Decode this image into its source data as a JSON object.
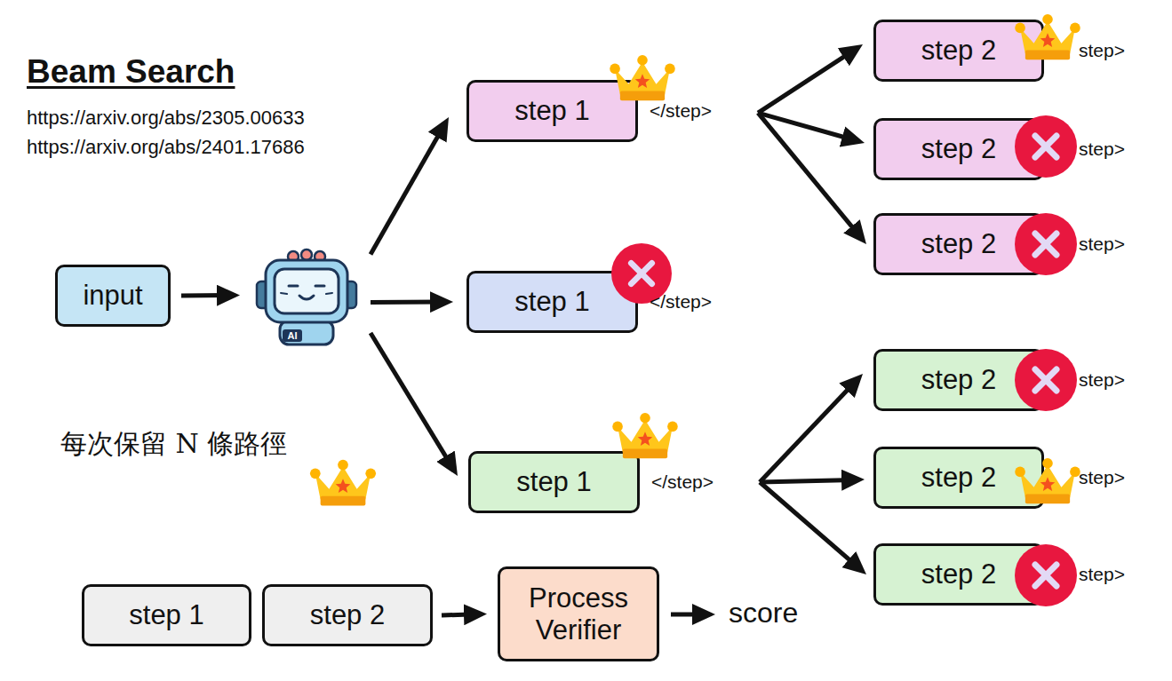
{
  "diagram": {
    "title": "Beam Search",
    "nodes": [
      {
        "text": [
          "input"
        ]
      },
      {
        "text": [
          "AI"
        ]
      },
      {
        "text": [
          "step 1",
          "</step>"
        ]
      },
      {
        "text": [
          "step 1",
          "</step>"
        ]
      },
      {
        "text": [
          "step 1",
          "</step>"
        ]
      },
      {
        "text": [
          "step 2",
          "step>"
        ]
      },
      {
        "text": [
          "step 2",
          "step>"
        ]
      },
      {
        "text": [
          "step 2",
          "step>"
        ]
      },
      {
        "text": [
          "step 2",
          "step>"
        ]
      },
      {
        "text": [
          "step 2",
          "step>"
        ]
      },
      {
        "text": [
          "step 2",
          "step>"
        ]
      },
      {
        "text": [
          "step 1"
        ]
      },
      {
        "text": [
          "step 2"
        ]
      },
      {
        "text": [
          "Process Verifier"
        ]
      }
    ],
    "edges": [
      {
        "from": 0,
        "to": 1,
        "arrow": "to"
      },
      {
        "from": 1,
        "to": 2,
        "arrow": "to"
      },
      {
        "from": 1,
        "to": 3,
        "arrow": "to"
      },
      {
        "from": 1,
        "to": 4,
        "arrow": "to"
      },
      {
        "from": 2,
        "to": 5,
        "arrow": "to"
      },
      {
        "from": 2,
        "to": 6,
        "arrow": "to"
      },
      {
        "from": 2,
        "to": 7,
        "arrow": "to"
      },
      {
        "from": 4,
        "to": 8,
        "arrow": "to"
      },
      {
        "from": 4,
        "to": 9,
        "arrow": "to"
      },
      {
        "from": 4,
        "to": 10,
        "arrow": "to"
      },
      {
        "from": 12,
        "to": 13,
        "arrow": "to"
      }
    ],
    "labels": [
      "https://arxiv.org/abs/2305.00633",
      "https://arxiv.org/abs/2401.17686",
      "每次保留 N 條路徑",
      "score"
    ]
  }
}
